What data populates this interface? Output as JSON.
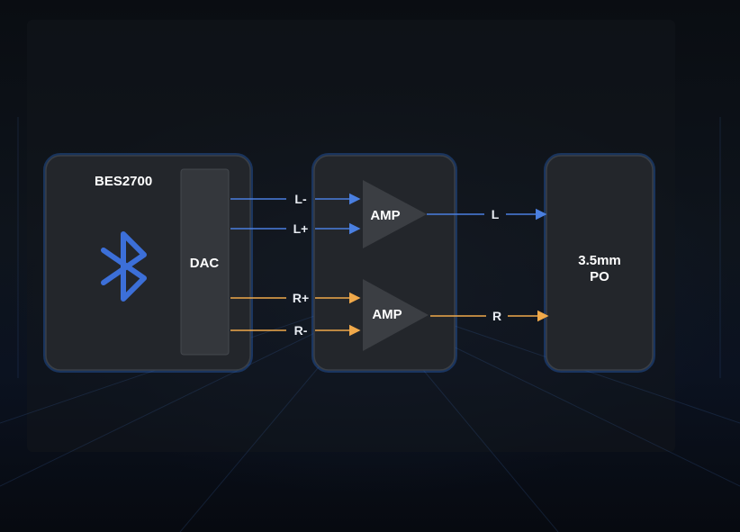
{
  "blocks": {
    "soc_label": "BES2700",
    "dac_label": "DAC",
    "amp_top_label": "AMP",
    "amp_bottom_label": "AMP",
    "output_label_line1": "3.5mm",
    "output_label_line2": "PO"
  },
  "signals": {
    "l_minus": "L-",
    "l_plus": "L+",
    "r_plus": "R+",
    "r_minus": "R-",
    "l_out": "L",
    "r_out": "R"
  },
  "colors": {
    "left_channel": "#4a7fe0",
    "right_channel": "#f0a94a",
    "bluetooth": "#3c6fd8",
    "glow": "#2f6fd6"
  },
  "icons": {
    "soc": "bluetooth-icon"
  }
}
